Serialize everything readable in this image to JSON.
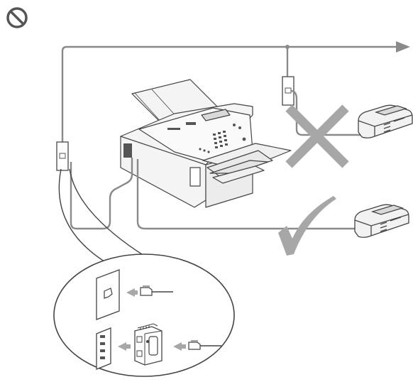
{
  "diagram": {
    "icons": {
      "prohibited": "prohibited-icon",
      "cross": "cross-mark-icon",
      "check": "check-mark-icon",
      "arrow": "arrow-right-icon"
    },
    "colors": {
      "line": "#8a8a8a",
      "line_dark": "#555555",
      "mark": "#a7a7a7",
      "outline": "#444444",
      "fill_light": "#f2f2f2",
      "fill_mid": "#d9d9d9"
    },
    "elements": [
      "telephone-line",
      "wall-jack-upper",
      "wall-jack-left",
      "fax-machine",
      "answering-machine-wrong",
      "answering-machine-correct",
      "detail-callout",
      "phone-jack-detail",
      "triplex-adapter-detail"
    ]
  }
}
